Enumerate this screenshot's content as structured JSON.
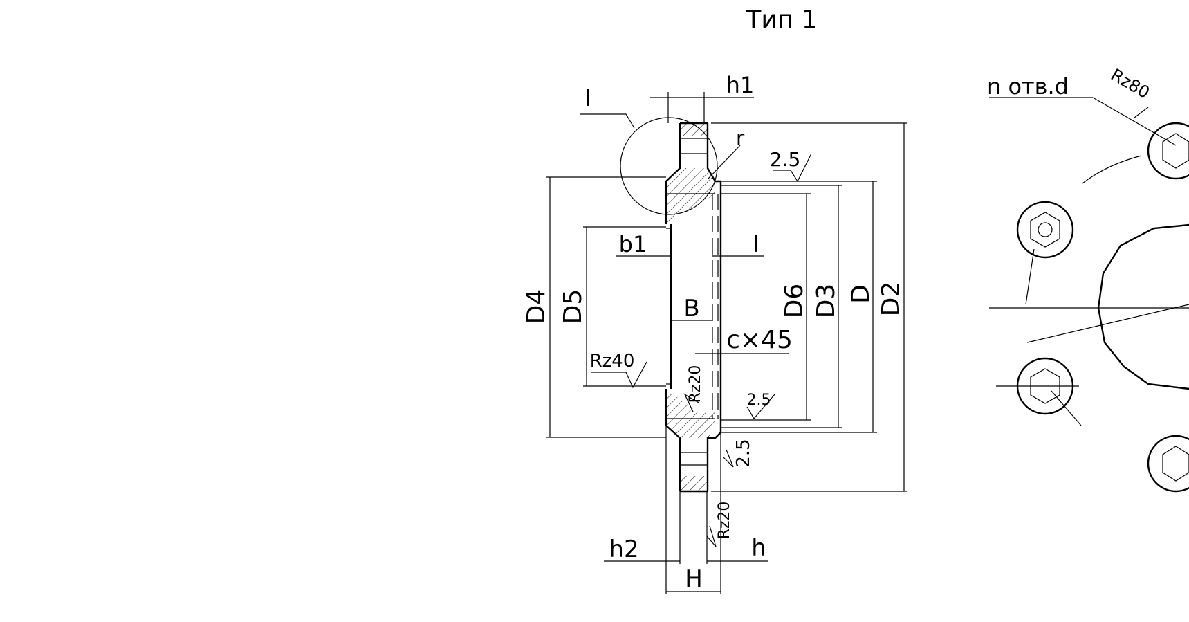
{
  "title": "Тип 1",
  "labels": {
    "detail_mark": "I",
    "h1": "h1",
    "r": "r",
    "roughness_top": "2.5",
    "b1": "b1",
    "l": "l",
    "B": "B",
    "c45": "c×45",
    "D4": "D4",
    "D5": "D5",
    "D6": "D6",
    "D3": "D3",
    "D": "D",
    "D2": "D2",
    "rz40": "Rz40",
    "rz20_a": "Rz20",
    "rough_mid": "2.5",
    "rough_low": "2.5",
    "rz20_b": "Rz20",
    "h2": "h2",
    "h": "h",
    "H": "H",
    "holes": "n отв.d",
    "rz80": "Rz80"
  }
}
